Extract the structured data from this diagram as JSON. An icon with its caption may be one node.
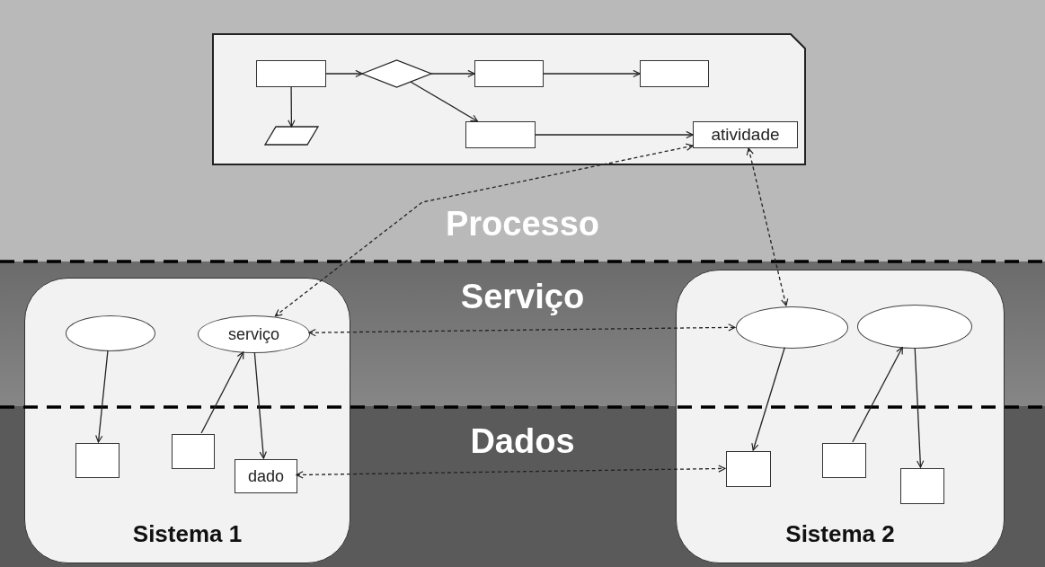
{
  "diagram": {
    "nodes": [
      {
        "text": [],
        "shape": "box"
      },
      {
        "text": [],
        "shape": "box",
        "in": 0
      },
      {
        "text": [],
        "shape": "diamond",
        "in": 0
      },
      {
        "text": [],
        "shape": "box",
        "in": 0
      },
      {
        "text": [],
        "shape": "box",
        "in": 0
      },
      {
        "text": [],
        "shape": "parallelogram",
        "in": 0
      },
      {
        "text": [],
        "shape": "box",
        "in": 0
      },
      {
        "text": [
          "atividade"
        ],
        "in": 0
      },
      {
        "text": [
          "Sistema 1"
        ]
      },
      {
        "text": [],
        "shape": "ellipse",
        "in": 8
      },
      {
        "text": [
          "serviço"
        ],
        "in": 8
      },
      {
        "text": [],
        "shape": "box",
        "in": 8
      },
      {
        "text": [],
        "shape": "box",
        "in": 8
      },
      {
        "text": [
          "dado"
        ],
        "in": 8
      },
      {
        "text": [
          "Sistema 2"
        ]
      },
      {
        "text": [],
        "shape": "ellipse",
        "in": 14
      },
      {
        "text": [],
        "shape": "ellipse",
        "in": 14
      },
      {
        "text": [],
        "shape": "box",
        "in": 14
      },
      {
        "text": [],
        "shape": "box",
        "in": 14
      },
      {
        "text": [],
        "shape": "box",
        "in": 14
      }
    ],
    "edges": [
      {
        "from": 1,
        "to": 2,
        "arrow": "to"
      },
      {
        "from": 2,
        "to": 3,
        "arrow": "to"
      },
      {
        "from": 3,
        "to": 4,
        "arrow": "to"
      },
      {
        "from": 1,
        "to": 5,
        "arrow": "to"
      },
      {
        "from": 2,
        "to": 6,
        "arrow": "to"
      },
      {
        "from": 6,
        "to": 7,
        "arrow": "to"
      },
      {
        "from": 7,
        "to": 10,
        "arrow": "both",
        "style": "dashed"
      },
      {
        "from": 7,
        "to": 15,
        "arrow": "both",
        "style": "dashed"
      },
      {
        "from": 10,
        "to": 15,
        "arrow": "both",
        "style": "dashed"
      },
      {
        "from": 13,
        "to": 17,
        "arrow": "both",
        "style": "dashed"
      },
      {
        "from": 9,
        "to": 11,
        "arrow": "to"
      },
      {
        "from": 12,
        "to": 10,
        "arrow": "to"
      },
      {
        "from": 10,
        "to": 13,
        "arrow": "to"
      },
      {
        "from": 15,
        "to": 17,
        "arrow": "to"
      },
      {
        "from": 18,
        "to": 16,
        "arrow": "to"
      },
      {
        "from": 16,
        "to": 19,
        "arrow": "to"
      }
    ],
    "labels": [
      "Processo",
      "Serviço",
      "Dados"
    ]
  }
}
